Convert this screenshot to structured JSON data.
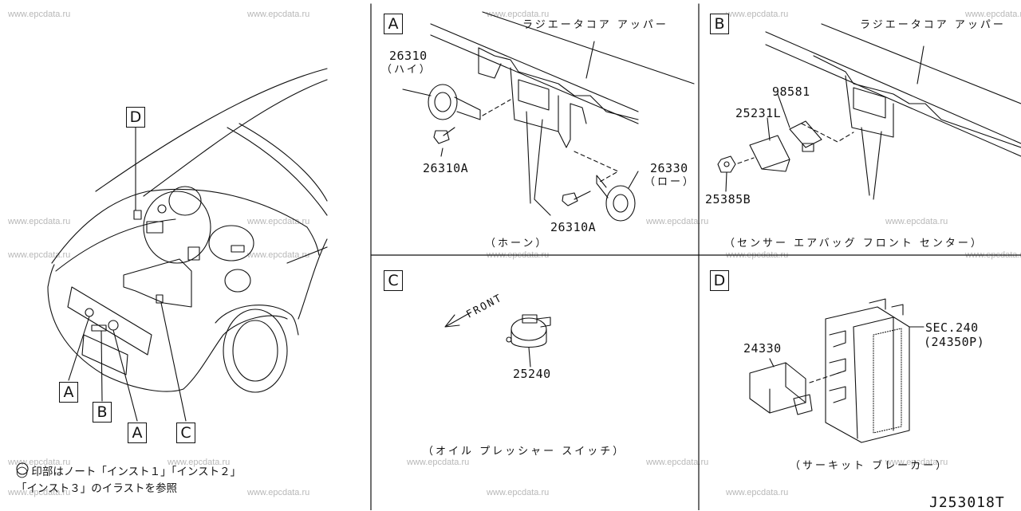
{
  "watermark": "www.epcdata.ru",
  "panels": {
    "A": {
      "tag": "A",
      "title": "ラジエータコア アッパー",
      "caption": "（ホーン）",
      "parts": {
        "horn_high_no": "26310",
        "horn_high_desc": "（ハイ）",
        "horn_high_bolt": "26310A",
        "horn_low_no": "26330",
        "horn_low_desc": "（ロー）",
        "horn_low_bolt": "26310A"
      }
    },
    "B": {
      "tag": "B",
      "title": "ラジエータコア アッパー",
      "caption": "（センサー エアバッグ フロント センター）",
      "parts": {
        "sensor_no": "98581",
        "bracket_no": "25231L",
        "nut_no": "25385B"
      }
    },
    "C": {
      "tag": "C",
      "caption": "（オイル プレッシャー スイッチ）",
      "front_label": "FRONT",
      "part_no": "25240"
    },
    "D": {
      "tag": "D",
      "caption": "（サーキット ブレーカー）",
      "part_no": "24330",
      "sec_ref": "SEC.240",
      "sec_part": "(24350P)"
    }
  },
  "overview": {
    "callouts": [
      "D",
      "A",
      "B",
      "A",
      "C"
    ],
    "note_line1": "◯ 印部はノート「インスト１」「インスト２」",
    "note_line2": "「インスト３」のイラストを参照"
  },
  "drawing_ref": "J253018T"
}
